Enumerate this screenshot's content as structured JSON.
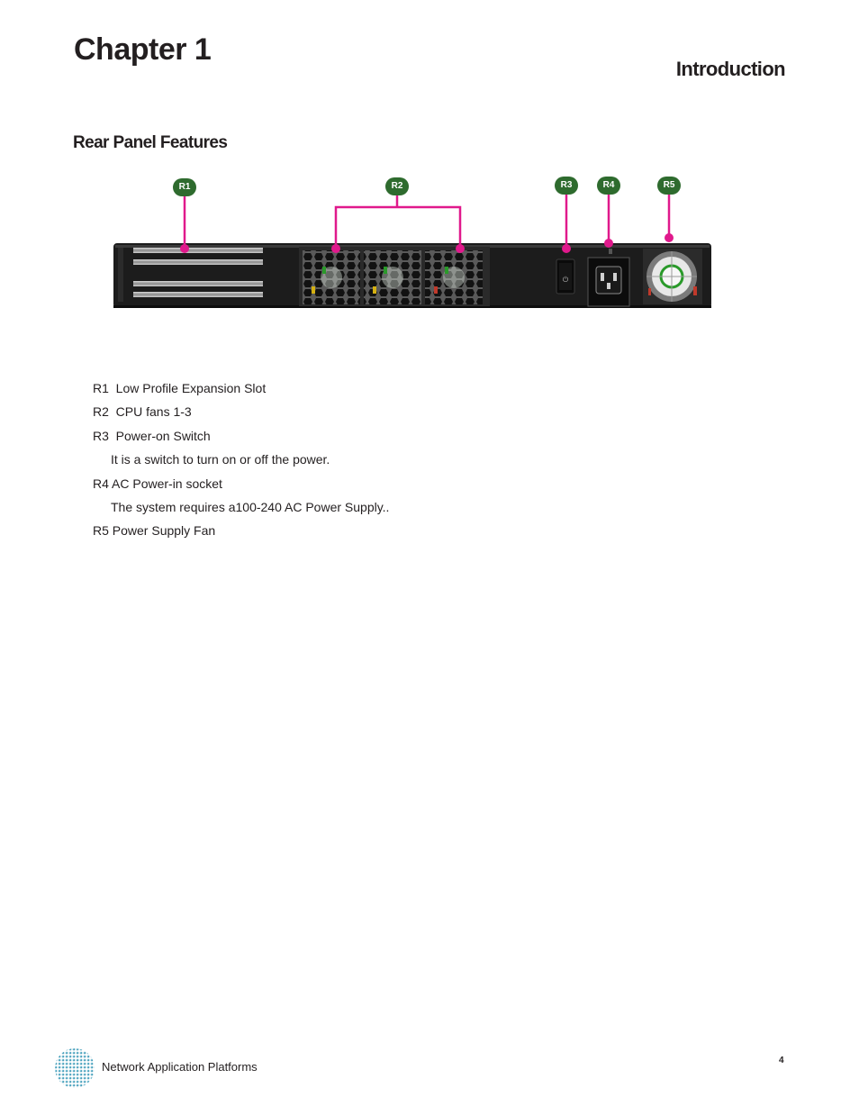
{
  "header": {
    "chapter": "Chapter 1",
    "section": "Introduction"
  },
  "subsection": {
    "title": "Rear Panel Features"
  },
  "figure": {
    "callouts": [
      "R1",
      "R2",
      "R3",
      "R4",
      "R5"
    ],
    "callout_color": "#2e6b2e",
    "leader_color": "#e0198c",
    "panel_color": "#1c1c1c"
  },
  "legend": [
    {
      "text": "R1  Low Profile Expansion Slot",
      "kind": "item"
    },
    {
      "text": "R2  CPU fans 1-3",
      "kind": "item"
    },
    {
      "text": "R3  Power-on Switch",
      "kind": "item"
    },
    {
      "text": "It is a switch to turn on or off the power.",
      "kind": "desc"
    },
    {
      "text": "R4 AC Power-in socket",
      "kind": "item"
    },
    {
      "text": "The system requires a100-240 AC Power Supply..",
      "kind": "desc"
    },
    {
      "text": "R5 Power Supply Fan",
      "kind": "item"
    }
  ],
  "footer": {
    "brand": "Network Application Platforms",
    "page_number": "4",
    "logo_icon": "globe-logo-icon"
  }
}
